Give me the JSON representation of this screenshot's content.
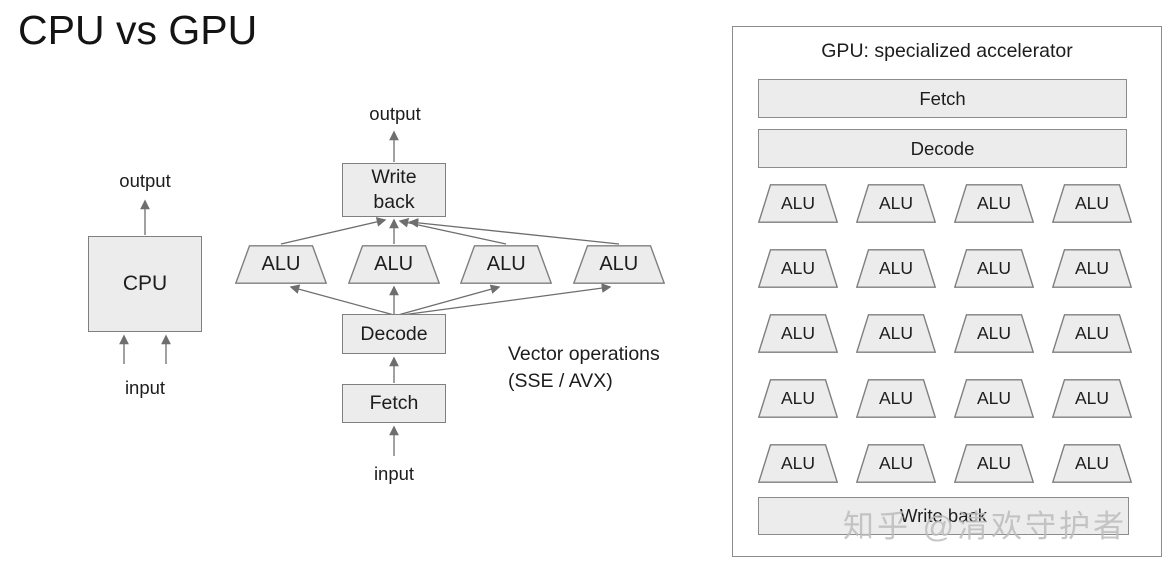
{
  "title": "CPU vs GPU",
  "cpu_diagram": {
    "output_label": "output",
    "cpu_label": "CPU",
    "input_label": "input"
  },
  "simd_pipeline": {
    "output_label": "output",
    "write_back_label": "Write back",
    "alu_label": "ALU",
    "alu_count": 4,
    "decode_label": "Decode",
    "fetch_label": "Fetch",
    "input_label": "input",
    "annotation": [
      "Vector operations",
      "(SSE / AVX)"
    ]
  },
  "gpu_panel": {
    "title": "GPU: specialized accelerator",
    "fetch_label": "Fetch",
    "decode_label": "Decode",
    "alu_label": "ALU",
    "alu_rows": 5,
    "alu_cols": 4,
    "alu_count": 20,
    "write_back_label": "Write back"
  },
  "watermark": "知乎 @清欢守护者",
  "colors": {
    "box_fill": "#ececec",
    "box_border": "#7f7f7f",
    "arrow": "#6e6e6e",
    "panel_border": "#8c8c8c",
    "text": "#1d1d1d",
    "watermark": "#bdbdbd"
  }
}
